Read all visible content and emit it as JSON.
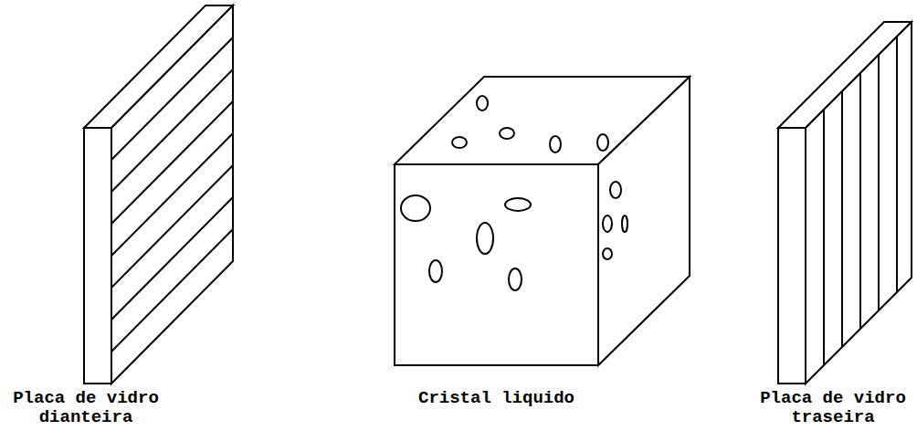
{
  "diagram": {
    "labels": [
      "Placa de vidro dianteira",
      "Cristal liquido",
      "Placa de vidro traseira"
    ]
  }
}
